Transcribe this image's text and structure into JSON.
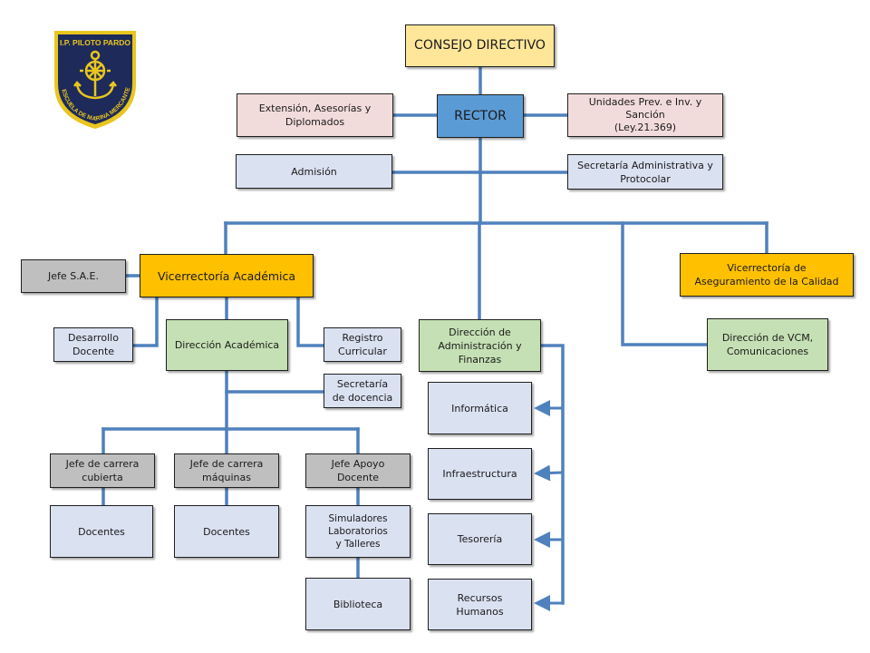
{
  "logo": {
    "top_text": "I.P. PILOTO PARDO",
    "arc_text": "ESCUELA DE MARINA MERCANTE",
    "icon": "ship-wheel-anchor-icon",
    "colors": {
      "navy": "#1e2a5a",
      "gold": "#e8c61e"
    }
  },
  "colors": {
    "connector": "#4f81bd",
    "consejo": "#ffe699",
    "rector": "#5b9bd5",
    "staff_pink": "#f2dcdb",
    "unit_lavender": "#dae1f1",
    "head_gray": "#bfbfbf",
    "vicerrectoria_orange": "#ffc000",
    "direccion_green": "#c5e0b4"
  },
  "nodes": {
    "consejo": "CONSEJO DIRECTIVO",
    "rector": "RECTOR",
    "extension": "Extensión, Asesorías y\nDiplomados",
    "unidades": "Unidades Prev. e Inv. y\nSanción\n(Ley.21.369)",
    "admision": "Admisión",
    "secretaria_admin": "Secretaría Administrativa y\nProtocolar",
    "jefe_sae": "Jefe S.A.E.",
    "vice_academica": "Vicerrectoría Académica",
    "vice_calidad": "Vicerrectoría de\nAseguramiento de la Calidad",
    "desarrollo_docente": "Desarrollo\nDocente",
    "direccion_academica": "Dirección Académica",
    "registro_curricular": "Registro\nCurricular",
    "secretaria_docencia": "Secretaría\nde docencia",
    "direccion_admin": "Dirección de\nAdministración y\nFinanzas",
    "direccion_vcm": "Dirección de VCM,\nComunicaciones",
    "jefe_cubierta": "Jefe de carrera\ncubierta",
    "jefe_maquinas": "Jefe de carrera\nmáquinas",
    "jefe_apoyo": "Jefe Apoyo\nDocente",
    "docentes_cubierta": "Docentes",
    "docentes_maquinas": "Docentes",
    "simuladores": "Simuladores\nLaboratorios\ny Talleres",
    "biblioteca": "Biblioteca",
    "informatica": "Informática",
    "infraestructura": "Infraestructura",
    "tesoreria": "Tesorería",
    "recursos_humanos": "Recursos\nHumanos"
  }
}
